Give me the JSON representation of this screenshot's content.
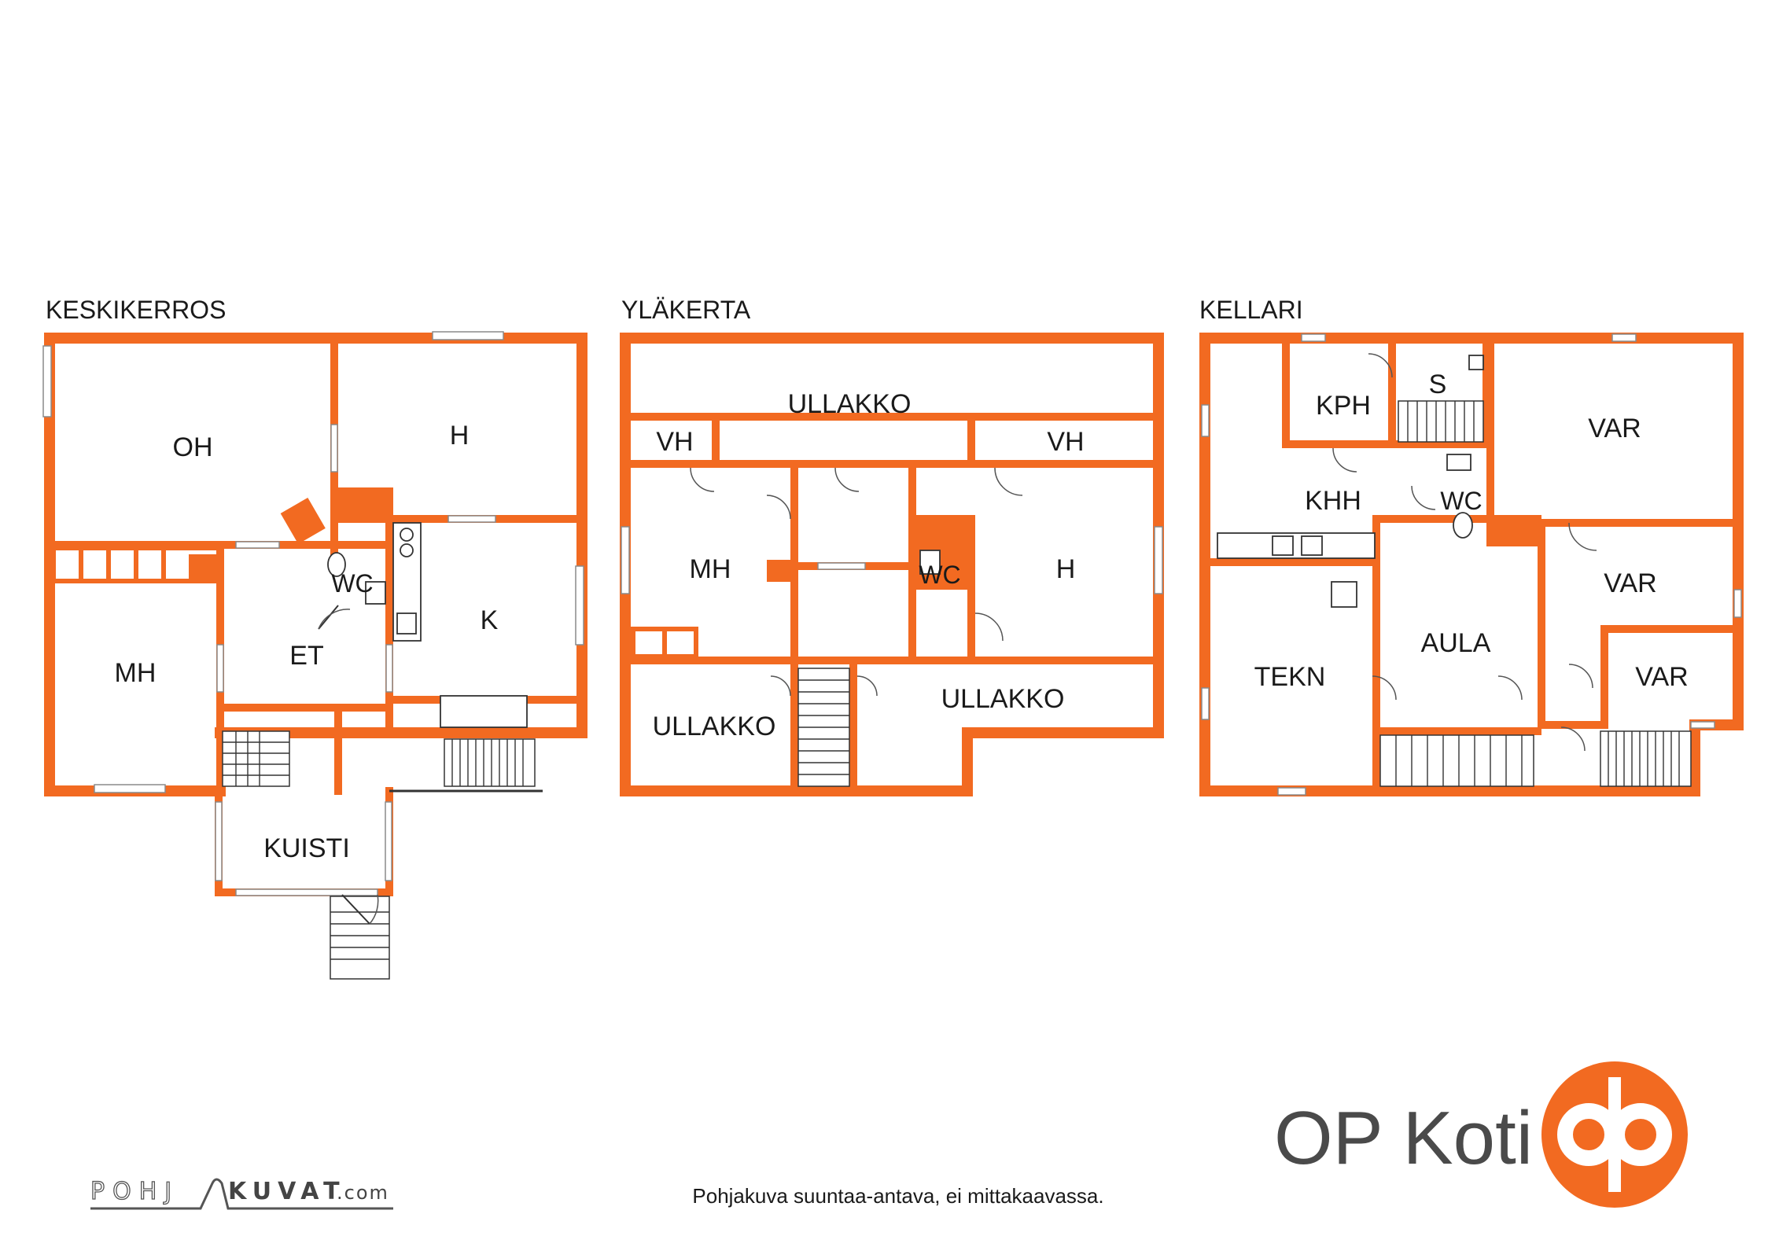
{
  "floors": [
    {
      "title": "KESKIKERROS",
      "rooms": [
        "OH",
        "H",
        "MH",
        "WC",
        "ET",
        "K",
        "KUISTI"
      ]
    },
    {
      "title": "YLÄKERTA",
      "rooms": [
        "ULLAKKO",
        "VH",
        "VH",
        "MH",
        "WC",
        "H",
        "ULLAKKO",
        "ULLAKKO"
      ]
    },
    {
      "title": "KELLARI",
      "rooms": [
        "KPH",
        "S",
        "VAR",
        "KHH",
        "WC",
        "VAR",
        "TEKN",
        "AULA",
        "VAR"
      ]
    }
  ],
  "disclaimer": "Pohjakuva suuntaa-antava, ei mittakaavassa.",
  "watermark": {
    "left": "POHJ",
    "right": "KUVAT",
    "suffix": ".com"
  },
  "brand": {
    "name": "OP Koti",
    "logo_icon": "op-logo-icon"
  },
  "colors": {
    "wall": "#f26a21",
    "text": "#1a1a1a",
    "brand_text": "#4a4a4a",
    "logo": "#f26a21"
  }
}
